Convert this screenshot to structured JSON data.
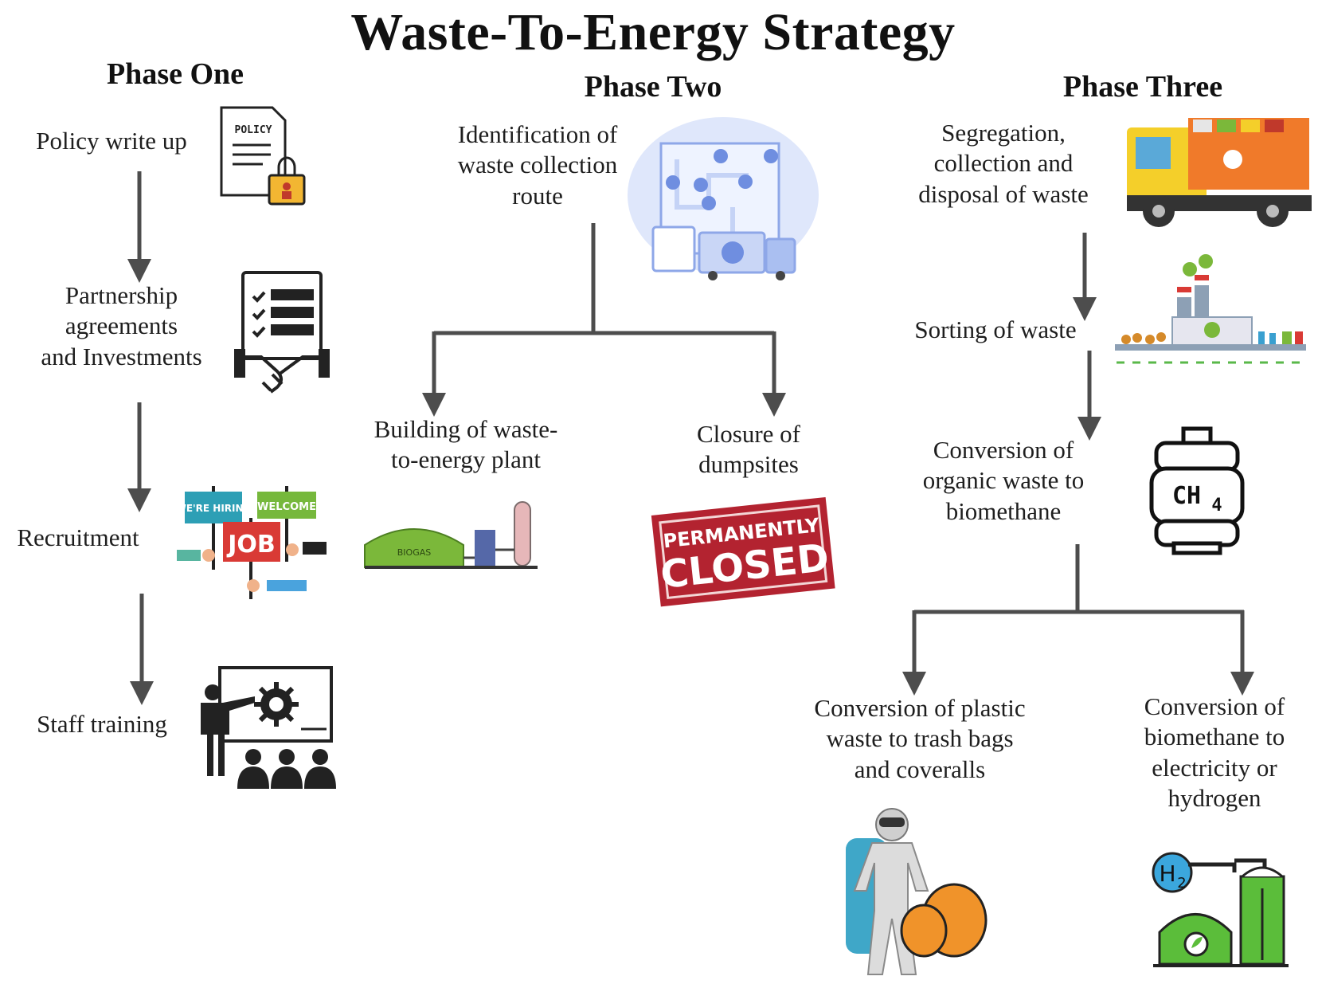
{
  "title": "Waste-To-Energy Strategy",
  "phases": {
    "one": {
      "header": "Phase One",
      "steps": [
        "Policy write up",
        "Partnership\nagreements\nand Investments",
        "Recruitment",
        "Staff training"
      ]
    },
    "two": {
      "header": "Phase Two",
      "root": "Identification of\nwaste collection\nroute",
      "children": [
        "Building of waste-\nto-energy plant",
        "Closure of\ndumpsites"
      ]
    },
    "three": {
      "header": "Phase Three",
      "steps": [
        "Segregation,\ncollection and\ndisposal of waste",
        "Sorting of waste",
        "Conversion of\norganic waste to\nbiomethane"
      ],
      "children": [
        "Conversion of plastic\nwaste to trash bags\nand coveralls",
        "Conversion of\nbiomethane to\nelectricity or\nhydrogen"
      ]
    }
  },
  "illustrations": {
    "policy_doc": "POLICY",
    "hiring_sign": "WE'RE HIRING",
    "welcome_sign": "WELCOME",
    "job_sign": "JOB",
    "biogas_tank": "BIOGAS",
    "closed_stamp_top": "PERMANENTLY",
    "closed_stamp_bottom": "CLOSED",
    "methane_formula": "CH",
    "methane_subscript": "4",
    "hydrogen_formula": "H",
    "hydrogen_subscript": "2"
  },
  "colors": {
    "arrow": "#4d4d4d",
    "stamp_red": "#b32330",
    "truck_orange": "#f07a2a",
    "truck_yellow": "#f4cf2a",
    "biogas_green": "#7bb83a",
    "map_blue": "#8ea7e8",
    "h2_blue": "#3ba7dd"
  }
}
